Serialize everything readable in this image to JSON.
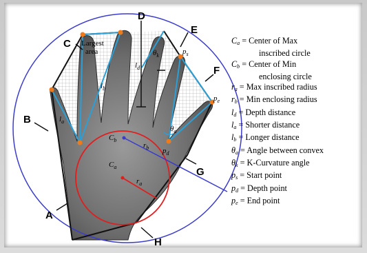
{
  "callouts": {
    "A": "A",
    "B": "B",
    "C": "C",
    "D": "D",
    "E": "E",
    "F": "F",
    "G": "G",
    "H": "H"
  },
  "annotations": {
    "largest_area_line1": "Largest",
    "largest_area_line2": "area",
    "theta_k_sym": "θ",
    "theta_k_sub": "k",
    "theta_a_sym": "θ",
    "theta_a_sub": "a",
    "p_sym": "p",
    "p_s_sub": "s",
    "p_d_sub": "d",
    "p_e_sub": "e",
    "l_sym": "l",
    "l_b_sub": "b",
    "l_a_sub": "a",
    "l_d_sub": "d",
    "r_sym": "r",
    "r_b_sub": "b",
    "r_a_sub": "a",
    "C_sym": "C",
    "C_b_sub": "b",
    "C_a_sub": "a"
  },
  "colors": {
    "circle": "#3b3bcc",
    "inscribed_circle": "#e01e1e",
    "convexity_lines": "#2b9fd6",
    "hull": "#111111",
    "points": "#f07a1a"
  },
  "legend": [
    {
      "sym": "C",
      "sub": "a",
      "text": " = Center of Max",
      "cont": "inscribed circle"
    },
    {
      "sym": "C",
      "sub": "b",
      "text": " = Center of Min",
      "cont": "enclosing circle"
    },
    {
      "sym": "r",
      "sub": "a",
      "text": " = Max inscribed radius"
    },
    {
      "sym": "r",
      "sub": "b",
      "text": " = Min enclosing radius"
    },
    {
      "sym": "l",
      "sub": "d",
      "text": " = Depth distance"
    },
    {
      "sym": "l",
      "sub": "a",
      "text": " = Shorter distance"
    },
    {
      "sym": "l",
      "sub": "b",
      "text": " = Longer distance"
    },
    {
      "sym": "θ",
      "sub": "a",
      "text": " = Angle between convex"
    },
    {
      "sym": "θ",
      "sub": "k",
      "text": " = K-Curvature angle"
    },
    {
      "sym": "p",
      "sub": "s",
      "text": " = Start point"
    },
    {
      "sym": "p",
      "sub": "d",
      "text": " = Depth point"
    },
    {
      "sym": "p",
      "sub": "e",
      "text": " = End point"
    }
  ]
}
